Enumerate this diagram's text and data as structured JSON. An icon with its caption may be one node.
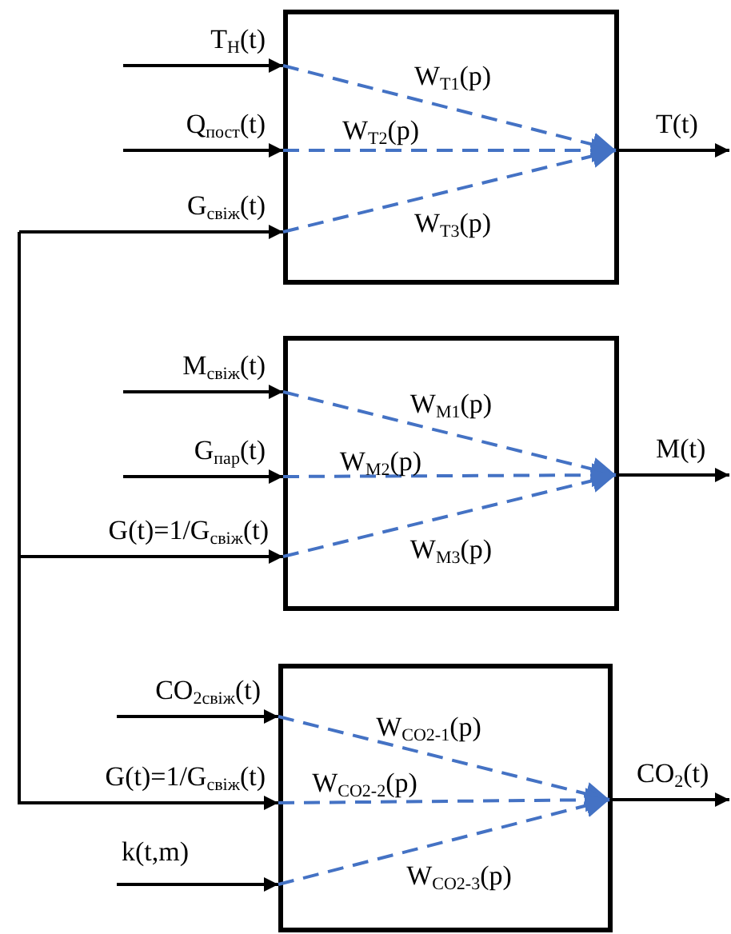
{
  "diagram": {
    "nodes": [
      {
        "text": [],
        "shape": "box"
      },
      {
        "text": [],
        "shape": "box"
      },
      {
        "text": [],
        "shape": "box"
      }
    ],
    "edges": [
      {
        "from": null,
        "to": 0,
        "arrow": "to",
        "label": "T$_{Н}$(t)"
      },
      {
        "from": null,
        "to": 0,
        "arrow": "to",
        "label": "Q$_{пост}$(t)"
      },
      {
        "from": null,
        "to": 0,
        "arrow": "to",
        "label": "G$_{свіж}$(t)"
      },
      {
        "from": 0,
        "to": null,
        "arrow": "to",
        "label": "T(t)"
      },
      {
        "from": null,
        "to": 1,
        "arrow": "to",
        "label": "M$_{свіж}$(t)"
      },
      {
        "from": null,
        "to": 1,
        "arrow": "to",
        "label": "G$_{пар}$(t)"
      },
      {
        "from": null,
        "to": 1,
        "arrow": "to",
        "label": "G(t)=1/G$_{свіж}$(t)"
      },
      {
        "from": 1,
        "to": null,
        "arrow": "to",
        "label": "M(t)"
      },
      {
        "from": null,
        "to": 2,
        "arrow": "to",
        "label": "CO$_{2свіж}$(t)"
      },
      {
        "from": null,
        "to": 2,
        "arrow": "to",
        "label": "G(t)=1/G$_{свіж}$(t)"
      },
      {
        "from": null,
        "to": 2,
        "arrow": "to",
        "label": "k(t,m)"
      },
      {
        "from": 2,
        "to": null,
        "arrow": "to",
        "label": "CO$_{2}$(t)"
      }
    ],
    "labels": [
      "W$_{Т1}$(p)",
      "W$_{Т2}$(p)",
      "W$_{Т3}$(p)",
      "W$_{М1}$(p)",
      "W$_{М2}$(p)",
      "W$_{М3}$(p)",
      "W$_{CO2-1}$(p)",
      "W$_{CO2-2}$(p)",
      "W$_{CO2-3}$(p)"
    ]
  }
}
